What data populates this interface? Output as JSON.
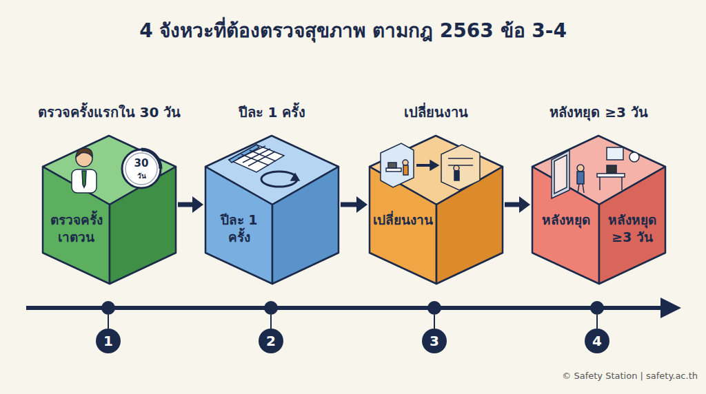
{
  "diagram": {
    "title": "4 จังหวะที่ต้องตรวจสุขภาพ ตามกฎ 2563 ข้อ 3-4",
    "nodes": [
      {
        "text": [
          "ตรวจครั้งแรกใน 30 วัน",
          "ตรวจครั้ง เาตวน"
        ]
      },
      {
        "text": [
          "ปีละ 1 ครั้ง",
          "ปีละ 1 ครั้ง"
        ]
      },
      {
        "text": [
          "เปลี่ยนงาน",
          "เปลี่ยนงาน"
        ]
      },
      {
        "text": [
          "หลังหยุด ≥3 วัน",
          "หลังหยุด",
          "หลังหยุด ≥3 วัน"
        ]
      },
      {
        "text": [
          "1"
        ]
      },
      {
        "text": [
          "2"
        ]
      },
      {
        "text": [
          "3"
        ]
      },
      {
        "text": [
          "4"
        ]
      }
    ],
    "edges": [
      {
        "from": 0,
        "to": 1,
        "arrow": "to"
      },
      {
        "from": 1,
        "to": 2,
        "arrow": "to"
      },
      {
        "from": 2,
        "to": 3,
        "arrow": "to"
      }
    ],
    "labels": [
      "30",
      "วัน",
      "© Safety Station | safety.ac.th"
    ]
  }
}
